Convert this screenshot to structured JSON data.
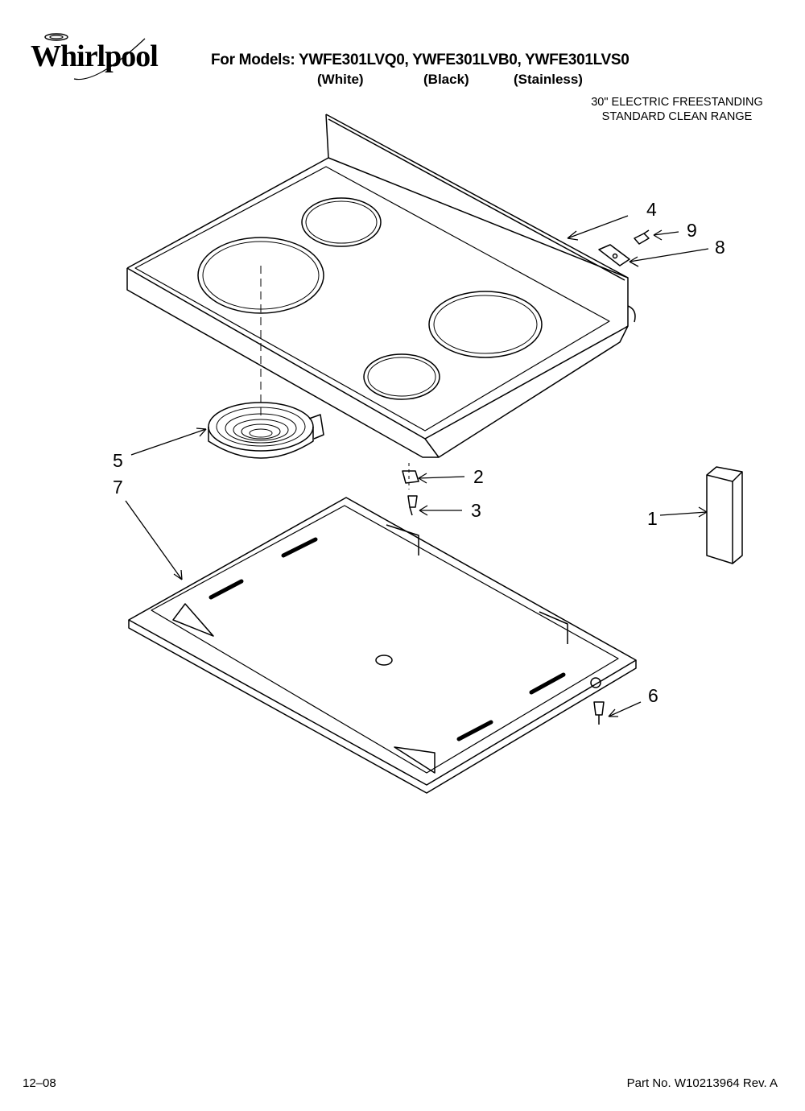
{
  "header": {
    "brand": "Whirlpool",
    "models_line": "For Models: YWFE301LVQ0, YWFE301LVB0, YWFE301LVS0",
    "variants": [
      "(White)",
      "(Black)",
      "(Stainless)"
    ],
    "product_line1": "30\" ELECTRIC FREESTANDING",
    "product_line2": "STANDARD CLEAN RANGE"
  },
  "callouts": [
    "1",
    "2",
    "3",
    "4",
    "5",
    "6",
    "7",
    "8",
    "9"
  ],
  "footer": {
    "date": "12–08",
    "part_number": "Part No. W10213964 Rev. A"
  }
}
